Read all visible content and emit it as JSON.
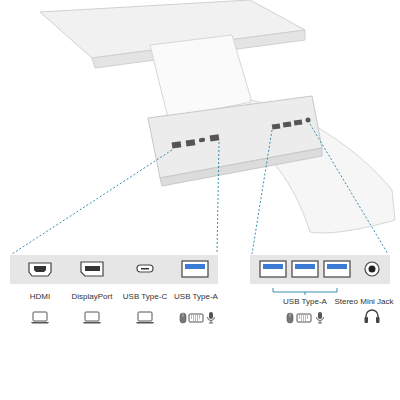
{
  "diagram": {
    "labels": [
      "HDMI",
      "DisplayPort",
      "USB Type-C",
      "USB Type-A",
      "USB Type-A",
      "Stereo Mini Jack"
    ]
  }
}
